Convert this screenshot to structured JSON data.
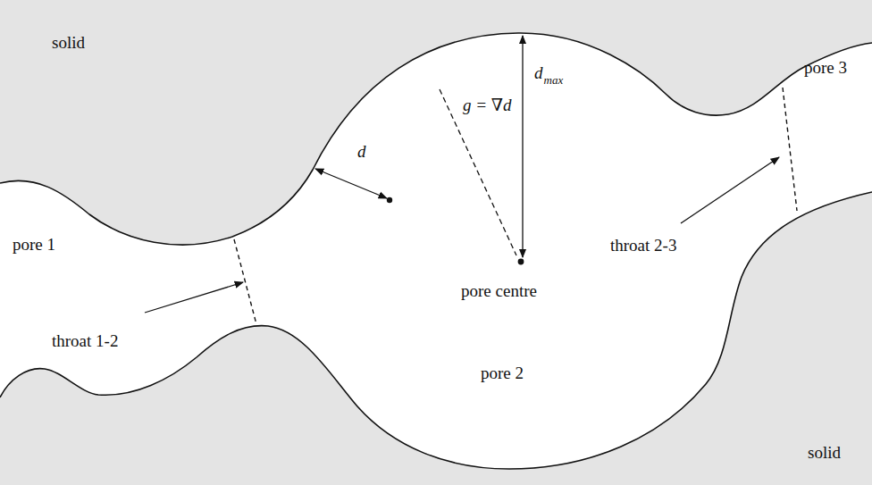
{
  "diagram": {
    "labels": [
      "solid",
      "pore 1",
      "throat 1-2",
      "d",
      "g = ∇d",
      "d",
      "max",
      "pore centre",
      "pore 2",
      "throat 2-3",
      "pore 3",
      "solid"
    ]
  }
}
